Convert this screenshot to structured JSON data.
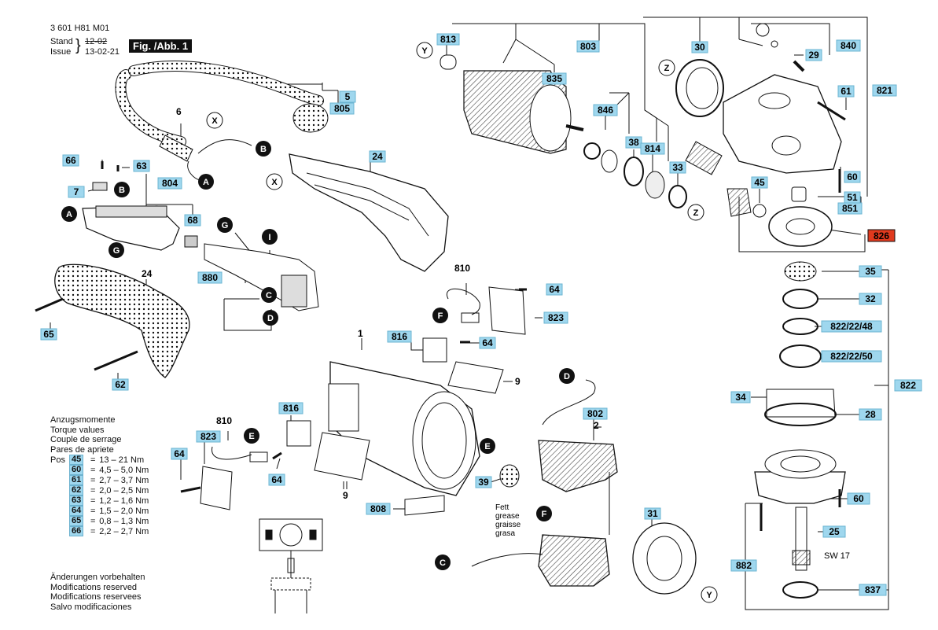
{
  "header": {
    "code": "3 601 H81 M01",
    "stand_label": "Stand",
    "issue_label": "Issue",
    "stand_old": "12-02",
    "issue_date": "13-02-21",
    "figure": "Fig. /Abb. 1"
  },
  "torque": {
    "titles": [
      "Anzugsmomente",
      "Torque values",
      "Couple de serrage",
      "Pares de apriete"
    ],
    "pos_label": "Pos",
    "rows": [
      {
        "pos": "45",
        "value": "13 – 21 Nm"
      },
      {
        "pos": "60",
        "value": "4,5 – 5,0 Nm"
      },
      {
        "pos": "61",
        "value": "2,7 – 3,7 Nm"
      },
      {
        "pos": "62",
        "value": "2,0 – 2,5 Nm"
      },
      {
        "pos": "63",
        "value": "1,2 – 1,6 Nm"
      },
      {
        "pos": "64",
        "value": "1,5 – 2,0 Nm"
      },
      {
        "pos": "65",
        "value": "0,8 – 1,3 Nm"
      },
      {
        "pos": "66",
        "value": "2,2 – 2,7 Nm"
      }
    ]
  },
  "modifications": [
    "Änderungen vorbehalten",
    "Modifications reserved",
    "Modifications reservees",
    "Salvo modificaciones"
  ],
  "notes": {
    "grease": [
      "Fett",
      "grease",
      "graisse",
      "grasa"
    ],
    "sw": "SW 17"
  },
  "colors": {
    "label_fill": "#9fd7ee",
    "label_border": "#6bb4d2",
    "highlight_fill": "#e03a1e",
    "dot_fill": "#111111"
  },
  "labels": {
    "l813": "813",
    "l803": "803",
    "l30": "30",
    "l840": "840",
    "l29": "29",
    "l835": "835",
    "l821": "821",
    "l61": "61",
    "l846": "846",
    "l38": "38",
    "l814": "814",
    "l33": "33",
    "l60a": "60",
    "l45": "45",
    "l51": "51",
    "l851": "851",
    "l826": "826",
    "l5": "5",
    "l805": "805",
    "l6": "6",
    "l24a": "24",
    "l66": "66",
    "l63": "63",
    "l7": "7",
    "l804": "804",
    "l68": "68",
    "l880": "880",
    "l24b": "24",
    "l65": "65",
    "l62": "62",
    "l810a": "810",
    "l64a": "64",
    "l823a": "823",
    "l816a": "816",
    "l64b": "64",
    "l1": "1",
    "l9a": "9",
    "l35": "35",
    "l32": "32",
    "l82248": "822/22/48",
    "l82250": "822/22/50",
    "l822": "822",
    "l34": "34",
    "l28": "28",
    "l60b": "60",
    "l25": "25",
    "l882": "882",
    "l837": "837",
    "l810b": "810",
    "l823b": "823",
    "l816b": "816",
    "l64c": "64",
    "l64d": "64",
    "l9b": "9",
    "l808": "808",
    "l802": "802",
    "l2": "2",
    "l39": "39",
    "l31": "31"
  },
  "markers": {
    "Y": "Y",
    "Z": "Z",
    "X": "X",
    "A": "A",
    "B": "B",
    "C": "C",
    "D": "D",
    "E": "E",
    "F": "F",
    "G": "G",
    "I": "I"
  }
}
